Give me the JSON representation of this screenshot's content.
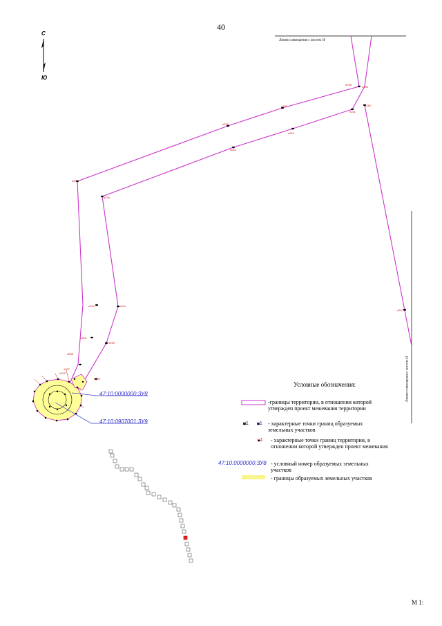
{
  "page_number": "40",
  "scale_label": "М 1:",
  "match_lines": {
    "top": "Линия совмещения с листом 39",
    "right": "Линия совмещения с листом 41"
  },
  "compass": {
    "north": "С",
    "south": "Ю"
  },
  "cadastral_labels": [
    "47:10:0000000:ЗУ8",
    "47:10:0907001:ЗУ9"
  ],
  "legend": {
    "title": "Условные обозначения:",
    "boundary_text": "-границы территории, в отношении которой утвержден проект межевания территории",
    "points_marker_a": "н1",
    "points_marker_b": "н1",
    "points_text": "- характерные точки границ  образуемых земельных участков",
    "territory_marker": "н1",
    "territory_text": "-  характерные точки границ территории, в отношении которой утвержден проект межевания",
    "cadastral_sample": "47:10:0000000:ЗУ8",
    "cadastral_text": "- условный номер образуемых земельных участков",
    "hatch_text": "- границы образуемых земельных участков"
  },
  "point_labels": [
    "н238",
    "н239",
    "н232",
    "н240",
    "н230",
    "н241",
    "н231",
    "н242",
    "н233",
    "н243",
    "н234",
    "н244",
    "н235",
    "н245",
    "н236",
    "н246",
    "н237",
    "н247",
    "н229"
  ],
  "colors": {
    "boundary": "#cc33cc",
    "point_label": "#cc1111",
    "cadastral": "#3333cc",
    "parcel_fill": "#ffff99"
  }
}
